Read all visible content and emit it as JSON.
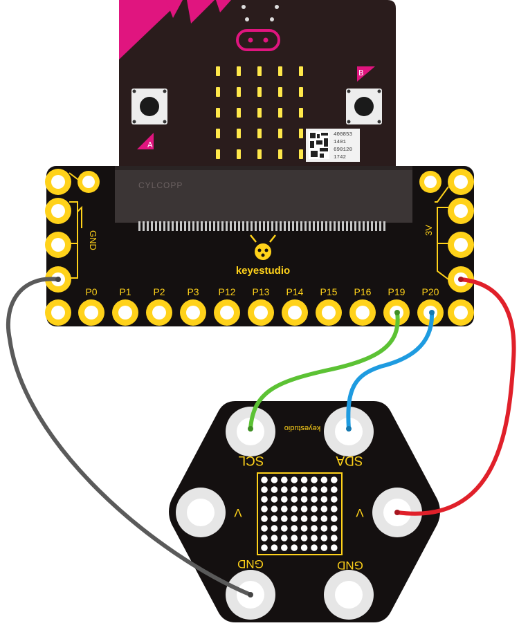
{
  "microbit": {
    "button_a": "A",
    "button_b": "B",
    "qr_lines": [
      "400853",
      "1401",
      "690120",
      "1742"
    ],
    "connector_text": "CYLCOPP"
  },
  "breakout": {
    "brand": "keyestudio",
    "gnd_label": "GND",
    "v3_label": "3V",
    "pins": [
      "P0",
      "P1",
      "P2",
      "P3",
      "P12",
      "P13",
      "P14",
      "P15",
      "P16",
      "P19",
      "P20"
    ]
  },
  "module": {
    "brand": "keyestudio",
    "scl": "SCL",
    "sda": "SDA",
    "v_left": "V",
    "v_right": "V",
    "gnd_left": "GND",
    "gnd_right": "GND"
  },
  "colors": {
    "board": "#1a1414",
    "gold": "#ffd21a",
    "microbit_pink": "#e0157f",
    "led": "#ffe84a",
    "wire_gnd": "#5a5a5a",
    "wire_scl": "#5cc234",
    "wire_sda": "#1e9be0",
    "wire_vcc": "#e0202a"
  }
}
